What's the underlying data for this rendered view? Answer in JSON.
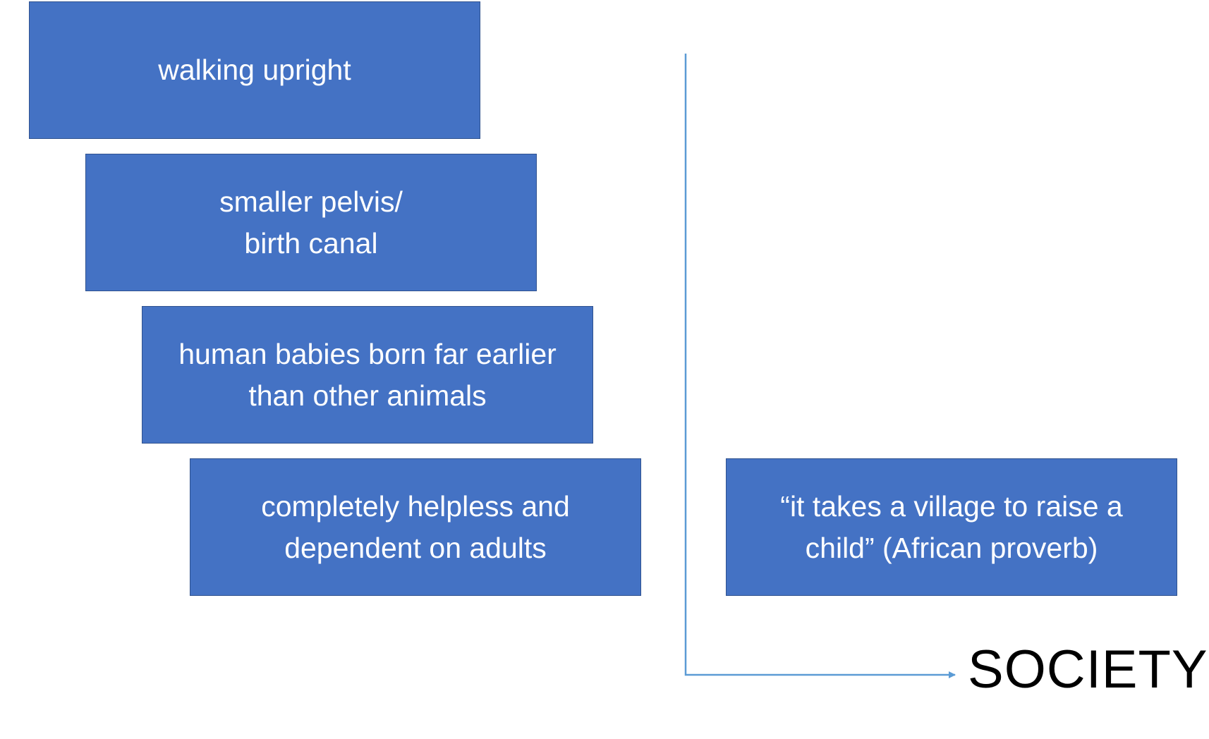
{
  "boxes": [
    {
      "lines": [
        "walking upright"
      ]
    },
    {
      "lines": [
        "smaller pelvis/",
        "birth canal"
      ]
    },
    {
      "lines": [
        "human babies born far earlier",
        "than other animals"
      ]
    },
    {
      "lines": [
        "completely helpless and",
        "dependent on adults"
      ]
    },
    {
      "lines": [
        "“it takes a village to raise a",
        "child” (African proverb)"
      ]
    }
  ],
  "target": {
    "label": "SOCIETY"
  },
  "colors": {
    "box_fill": "#4472C4",
    "box_border": "#2F528F",
    "box_text": "#FFFFFF",
    "connector": "#5B9BD5",
    "label_text": "#000000"
  }
}
